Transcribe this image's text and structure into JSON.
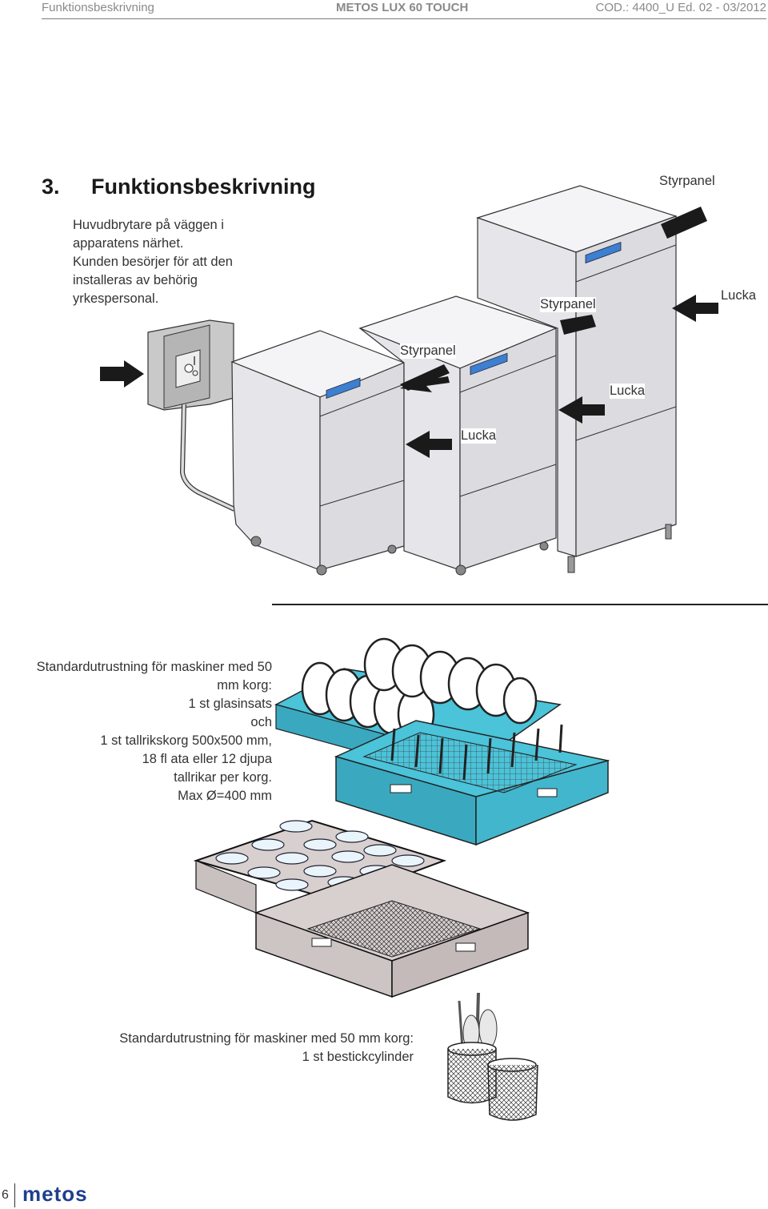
{
  "header": {
    "left": "Funktionsbeskrivning",
    "center": "METOS LUX 60 TOUCH",
    "right": "COD.: 4400_U  Ed. 02 - 03/2012"
  },
  "section": {
    "number": "3.",
    "title": "Funktionsbeskrivning"
  },
  "intro_lines": [
    "Huvudbrytare på väggen i",
    "apparatens närhet.",
    "Kunden besörjer för att den",
    "installeras av behörig",
    "yrkespersonal."
  ],
  "labels": {
    "styrpanel": "Styrpanel",
    "lucka": "Lucka"
  },
  "standard1_lines": [
    "Standardutrustning för maskiner med 50",
    "mm korg:",
    "1 st glasinsats",
    "och",
    "1 st tallrikskorg 500x500 mm,",
    "18 fl ata eller 12 djupa",
    "tallrikar per korg.",
    "Max Ø=400 mm"
  ],
  "standard2_lines": [
    "Standardutrustning för maskiner med 50 mm korg:",
    "1 st bestickcylinder"
  ],
  "footer": {
    "page": "6",
    "brand": "metos"
  },
  "colors": {
    "basket_blue": "#4bc3d9",
    "basket_grey": "#d8cfcf",
    "machine_fill": "#e9e9ec",
    "panel_blue": "#3d7fd0",
    "logo_blue": "#1f3f8f"
  }
}
